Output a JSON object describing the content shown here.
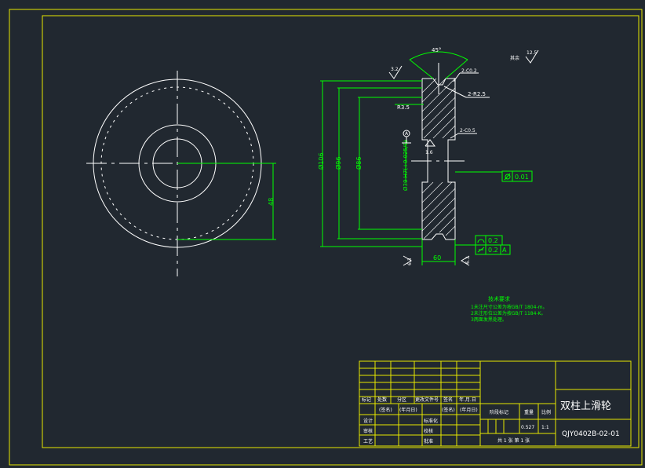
{
  "drawing": {
    "dimensions": {
      "d106": "Ø106",
      "d96": "Ø96",
      "d86": "Ø86",
      "d30": "Ø30 H7(+0.025/0)",
      "r48": "48",
      "angle45": "45°",
      "r35": "R3.5",
      "c02": "2-C0.2",
      "r25": "2-R2.5",
      "c05": "2-C0.5",
      "width60": "60",
      "datumA": "A",
      "rough32": "3.2",
      "rough16": "1.6",
      "rough125": "12.5",
      "rest_label": "其余",
      "rough63a": "6.3",
      "rough63b": "6.3"
    },
    "tolerances": {
      "runout": "0.01",
      "flat": "0.2",
      "perp": "0.2",
      "perp_ref": "A"
    },
    "notes": {
      "title": "技术要求",
      "line1": "1未注尺寸公差为按GB/T 1804-m。",
      "line2": "2未注形位公差为按GB/T 1184-K。",
      "line3": "3两面发黑处理。"
    }
  },
  "title_block": {
    "part_name": "双柱上滑轮",
    "drawing_no": "QJY0402B-02-01",
    "weight": "0.527",
    "scale": "1:1",
    "sheet_info": "共 1 张  第 1 张",
    "headers": {
      "mark": "标记",
      "count": "处数",
      "zone": "分区",
      "change_doc": "更改文件号",
      "sign": "签名",
      "date": "年.月.日",
      "sign_paren": "(签名)",
      "date_paren": "(年月日)",
      "sign_paren2": "(签名)",
      "date_paren2": "(年月日)",
      "design": "设计",
      "standardize": "标准化",
      "review": "审核",
      "craft": "工艺",
      "approve": "批准",
      "check": "校核",
      "stage_mark": "阶段标记",
      "weight_label": "重量",
      "scale_label": "比例"
    }
  }
}
